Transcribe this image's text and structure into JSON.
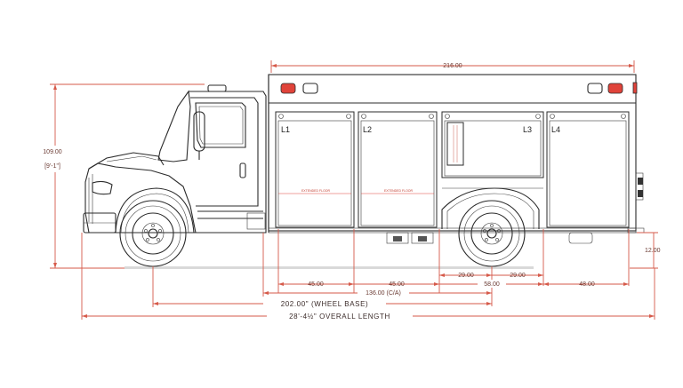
{
  "dimensions": {
    "body_length": "216.00",
    "height": "109.00",
    "height_ft": "[9'-1\"]",
    "compartment_l1": "45.00",
    "compartment_l2": "45.00",
    "rear_left": "29.00",
    "rear_right": "29.00",
    "rear_total": "58.00",
    "compartment_l4": "48.00",
    "ground": "12.00",
    "ca": "136.00 (C/A)",
    "wheel_base": "202.00\" (WHEEL BASE)",
    "overall_length": "28'-4½\" OVERALL LENGTH"
  },
  "compartments": {
    "l1": "L1",
    "l2": "L2",
    "l3": "L3",
    "l4": "L4"
  },
  "floor_labels": {
    "l1": "EXTENDED FLOOR",
    "l2": "EXTENDED FLOOR"
  },
  "colors": {
    "dimension": "#d65a4a",
    "lights": "#e0433a",
    "outline": "#2b2b2b"
  }
}
